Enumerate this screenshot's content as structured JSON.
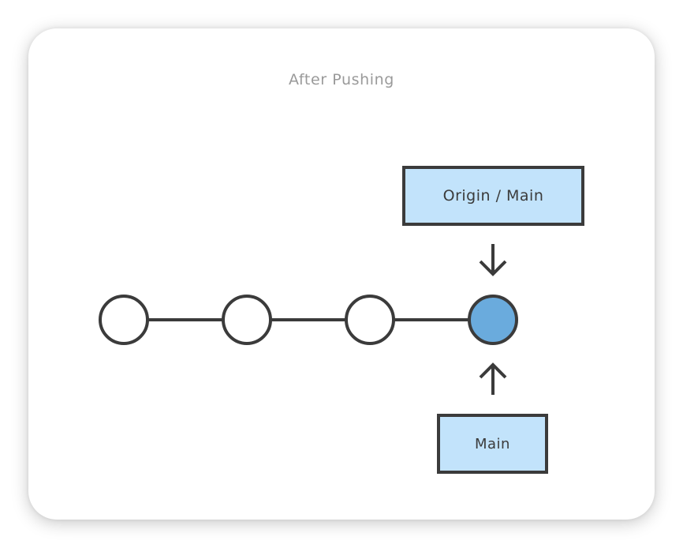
{
  "diagram": {
    "title": "After Pushing",
    "commits": [
      {
        "highlighted": false
      },
      {
        "highlighted": false
      },
      {
        "highlighted": false
      },
      {
        "highlighted": true
      }
    ],
    "labels": {
      "origin": "Origin / Main",
      "main": "Main"
    },
    "colors": {
      "stroke": "#3b3b3b",
      "commit_fill": "#ffffff",
      "highlight_fill": "#6aabdd",
      "label_fill": "#c2e3fb",
      "title_color": "#9a9a9a"
    }
  }
}
